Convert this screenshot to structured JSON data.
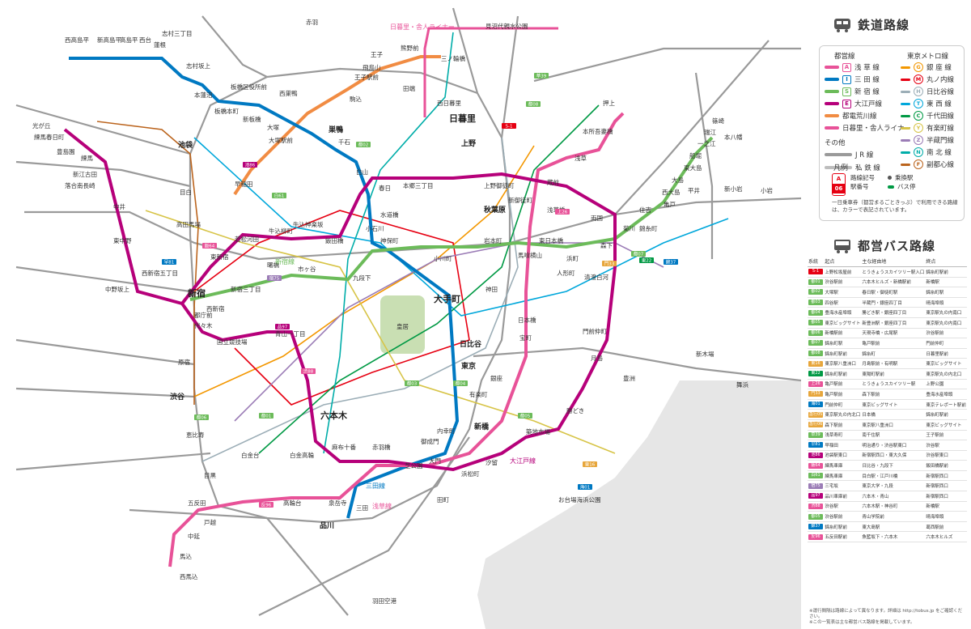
{
  "legend": {
    "rail_title": "鉄道路線",
    "toei_title": "都営線",
    "metro_title": "東京メトロ線",
    "other_title": "その他",
    "toei_lines": [
      {
        "code": "A",
        "name": "浅 草 線",
        "color": "#e85298"
      },
      {
        "code": "I",
        "name": "三 田 線",
        "color": "#0079c2"
      },
      {
        "code": "S",
        "name": "新 宿 線",
        "color": "#6cbb5a"
      },
      {
        "code": "E",
        "name": "大江戸線",
        "color": "#b6007a"
      },
      {
        "code": "",
        "name": "都電荒川線",
        "color": "#f18c43"
      },
      {
        "code": "",
        "name": "日暮里・舎人ライナー",
        "color": "#e85298"
      }
    ],
    "metro_lines": [
      {
        "code": "G",
        "name": "銀 座 線",
        "color": "#f39700"
      },
      {
        "code": "M",
        "name": "丸ノ内線",
        "color": "#e60012"
      },
      {
        "code": "H",
        "name": "日比谷線",
        "color": "#9caeb7"
      },
      {
        "code": "T",
        "name": "東 西 線",
        "color": "#00a7db"
      },
      {
        "code": "C",
        "name": "千代田線",
        "color": "#009944"
      },
      {
        "code": "Y",
        "name": "有楽町線",
        "color": "#d7c447"
      },
      {
        "code": "Z",
        "name": "半蔵門線",
        "color": "#9b7cb6"
      },
      {
        "code": "N",
        "name": "南 北 線",
        "color": "#00ada9"
      },
      {
        "code": "F",
        "name": "副都心線",
        "color": "#bb641d"
      }
    ],
    "other_lines": [
      {
        "name": "J R 線"
      },
      {
        "name": "私 鉄 線"
      }
    ],
    "hanrei_title": "凡例",
    "hanrei_code": "A",
    "hanrei_num": "06",
    "hanrei_line_code": "路線記号",
    "hanrei_station_num": "駅番号",
    "hanrei_transfer": "乗換駅",
    "hanrei_bus_stop": "バス停",
    "hanrei_note": "一日乗車券（都営まるごときっぷ）で利用できる路線は、カラーで表記されています。",
    "bus_title": "都営バス路線"
  },
  "bus_table": {
    "headers": [
      "系統",
      "起点",
      "主な経由地",
      "終点"
    ],
    "rows": [
      {
        "code": "S-1",
        "color": "#e60012",
        "from": "上野松坂屋前",
        "via": "とうきょうスカイツリー駅入口",
        "to": "錦糸町駅前"
      },
      {
        "code": "都01",
        "color": "#6cbb5a",
        "from": "渋谷駅前",
        "via": "六本木ヒルズ・新橋駅前",
        "to": "新橋駅"
      },
      {
        "code": "都02",
        "color": "#6cbb5a",
        "from": "大塚駅",
        "via": "春日駅・御徒町駅",
        "to": "錦糸町駅"
      },
      {
        "code": "都03",
        "color": "#6cbb5a",
        "from": "四谷駅",
        "via": "半蔵門・銀座四丁目",
        "to": "晴海埠頭"
      },
      {
        "code": "都04",
        "color": "#6cbb5a",
        "from": "豊海水産埠頭",
        "via": "勝どき駅・銀座四丁目",
        "to": "東京駅丸の内南口"
      },
      {
        "code": "都05",
        "color": "#6cbb5a",
        "from": "東京ビッグサイト",
        "via": "新豊洲駅・銀座四丁目",
        "to": "東京駅丸の内南口"
      },
      {
        "code": "都06",
        "color": "#6cbb5a",
        "from": "新橋駅前",
        "via": "天現寺橋・広尾駅",
        "to": "渋谷駅前"
      },
      {
        "code": "都07",
        "color": "#6cbb5a",
        "from": "錦糸町駅",
        "via": "亀戸駅前",
        "to": "門前仲町"
      },
      {
        "code": "都08",
        "color": "#6cbb5a",
        "from": "錦糸町駅前",
        "via": "錦糸町",
        "to": "日暮里駅前"
      },
      {
        "code": "東16",
        "color": "#e7a63b",
        "from": "東京駅八重洲口",
        "via": "月島駅前・有明駅",
        "to": "東京ビッグサイト"
      },
      {
        "code": "東22",
        "color": "#009944",
        "from": "錦糸町駅前",
        "via": "東陽町駅前",
        "to": "東京駅丸の内北口"
      },
      {
        "code": "上26",
        "color": "#e85298",
        "from": "亀戸駅前",
        "via": "とうきょうスカイツリー駅",
        "to": "上野公園"
      },
      {
        "code": "門33",
        "color": "#e7a63b",
        "from": "亀戸駅前",
        "via": "森下駅前",
        "to": "豊海水産埠頭"
      },
      {
        "code": "海01",
        "color": "#0079c2",
        "from": "門前仲町",
        "via": "東京ビッグサイト",
        "to": "東京テレポート駅前"
      },
      {
        "code": "急行05",
        "color": "#e7a63b",
        "from": "東京駅丸の内北口",
        "via": "日本橋",
        "to": "錦糸町駅前"
      },
      {
        "code": "急行06",
        "color": "#e7a63b",
        "from": "森下駅前",
        "via": "東京駅八重洲口",
        "to": "東京ビッグサイト"
      },
      {
        "code": "草39",
        "color": "#6cbb5a",
        "from": "浅草寿町",
        "via": "南千住駅",
        "to": "王子駅前"
      },
      {
        "code": "早81",
        "color": "#0079c2",
        "from": "早稲田",
        "via": "明治通り・渋谷駅東口",
        "to": "渋谷駅"
      },
      {
        "code": "池86",
        "color": "#b6007a",
        "from": "池袋駅東口",
        "via": "新宿駅西口・東大久保",
        "to": "渋谷駅東口"
      },
      {
        "code": "飯64",
        "color": "#e85298",
        "from": "練馬車庫",
        "via": "日比谷・九段下",
        "to": "飯田橋駅前"
      },
      {
        "code": "白61",
        "color": "#6cbb5a",
        "from": "練馬車庫",
        "via": "目白駅・江戸川橋",
        "to": "新宿駅西口"
      },
      {
        "code": "宿75",
        "color": "#9b7cb6",
        "from": "三宅坂",
        "via": "東京大学・九段",
        "to": "新宿駅西口"
      },
      {
        "code": "品97",
        "color": "#b6007a",
        "from": "品川車庫前",
        "via": "六本木・青山",
        "to": "新宿駅西口"
      },
      {
        "code": "渋88",
        "color": "#e85298",
        "from": "渋谷駅",
        "via": "六本木駅・神谷町",
        "to": "新橋駅"
      },
      {
        "code": "都05",
        "color": "#6cbb5a",
        "from": "渋谷駅前",
        "via": "青山学院前",
        "to": "晴海埠頭"
      },
      {
        "code": "錦37",
        "color": "#0079c2",
        "from": "錦糸町駅前",
        "via": "東大島駅",
        "to": "葛西駅前"
      },
      {
        "code": "反96",
        "color": "#e85298",
        "from": "五反田駅前",
        "via": "魚籃坂下・六本木",
        "to": "六本木ヒルズ"
      }
    ]
  },
  "notes": {
    "note1": "※運行間隔は路線によって異なります。詳細は http://tobus.jp をご確認ください。",
    "note2": "※この一覧表は主な都営バス路線を掲載しています。"
  },
  "map": {
    "stations": {
      "nishitakashimadaira": "西高島平",
      "shin_takashimadaira": "新高島平",
      "takashimadaira": "高島平",
      "nishidai": "西台",
      "hasune": "蓮根",
      "shimura_sanchome": "志村三丁目",
      "shimura_sakaue": "志村坂上",
      "motohasunuma": "本蓮沼",
      "itabashi_honcho": "板橋本町",
      "itabashi_kuyakushomae": "板橋区役所前",
      "shin_itabashi": "新板橋",
      "nishisugamo": "西巣鴨",
      "sugamo": "巣鴨",
      "sengoku": "千石",
      "hakusan": "白山",
      "kasuga": "春日",
      "suidobashi": "水道橋",
      "jimbocho": "神保町",
      "otemachi": "大手町",
      "hibiya": "日比谷",
      "uchisaiwaicho": "内幸町",
      "onarimon": "御成門",
      "shibakoen": "芝公園",
      "mita": "三田",
      "shirokane_takanawa": "白金高輪",
      "shirokanedai": "白金台",
      "meguro": "目黒",
      "nishi_magome": "西馬込",
      "magome": "馬込",
      "nakanobu": "中延",
      "togoshi": "戸越",
      "gotanda": "五反田",
      "takanawadai": "高輪台",
      "sengakuji": "泉岳寺",
      "daimon": "大門",
      "shimbashi": "新橋",
      "higashi_ginza": "東銀座",
      "takaracho": "宝町",
      "nihombashi": "日本橋",
      "ningyocho": "人形町",
      "higashi_nihombashi": "東日本橋",
      "asakusabashi": "浅草橋",
      "kuramae": "蔵前",
      "asakusa": "浅草",
      "honjo_azumabashi": "本所吾妻橋",
      "oshiage": "押上",
      "shinjuku": "新宿",
      "shinjuku_sanchome": "新宿三丁目",
      "akebonobashi": "曙橋",
      "ichigaya": "市ヶ谷",
      "kudanshita": "九段下",
      "ogawamachi": "小川町",
      "iwamotocho": "岩本町",
      "bakuro_yokoyama": "馬喰横山",
      "hamacho": "浜町",
      "morishita": "森下",
      "kikukawa": "菊川",
      "sumiyoshi": "住吉",
      "nishi_ojima": "西大島",
      "ojima": "大島",
      "higashi_ojima": "東大島",
      "funabori": "船堀",
      "ichinoe": "一之江",
      "mizue": "瑞江",
      "shinozaki": "篠崎",
      "motoyawata": "本八幡",
      "tochomae": "都庁前",
      "nishi_shinjuku_gochome": "西新宿五丁目",
      "nakano_sakaue": "中野坂上",
      "higashi_nakano": "東中野",
      "nakai": "中井",
      "ochiai_minami_nagasaki": "落合南長崎",
      "shin_egota": "新江古田",
      "nerima": "練馬",
      "toshimaen": "豊島園",
      "nerima_kasugacho": "練馬春日町",
      "hikarigaoka": "光が丘",
      "higashi_shinjuku": "東新宿",
      "wakamatsu_kawada": "若松河田",
      "ushigome_yanagicho": "牛込柳町",
      "ushigome_kagurazaka": "牛込神楽坂",
      "iidabashi": "飯田橋",
      "hongo_sanchome": "本郷三丁目",
      "ueno_okachimachi": "上野御徒町",
      "shin_okachimachi": "新御徒町",
      "ryogoku": "両国",
      "kiyosumi_shirakawa": "清澄白河",
      "monzen_nakacho": "門前仲町",
      "tsukishima": "月島",
      "kachidoki": "勝どき",
      "tsukijishijo": "築地市場",
      "shiodome": "汐留",
      "akabanebashi": "赤羽橋",
      "azabu_juban": "麻布十番",
      "roppongi": "六本木",
      "aoyama_itchome": "青山一丁目",
      "kokuritsu_kyogijo": "国立競技場",
      "yoyogi": "代々木",
      "nishi_shinjuku": "西新宿",
      "minowabashi": "三ノ輪橋",
      "waseda": "早稲田",
      "oji_ekimae": "王子駅前",
      "asukayama": "飛鳥山",
      "otsuka_ekimae": "大塚駅前",
      "minumadai": "見沼代親水公園",
      "nippori": "日暮里",
      "nishi_nippori": "西日暮里",
      "kumanomae": "熊野前",
      "ikebukuro": "池袋",
      "ueno": "上野",
      "akihabara": "秋葉原",
      "tokyo": "東京",
      "shibuya": "渋谷",
      "shinagawa": "品川",
      "koishikawa": "小石川",
      "kanda": "神田",
      "ginza": "銀座",
      "yurakucho": "有楽町",
      "hamamatsucho": "浜松町",
      "tamachi": "田町",
      "ebisu": "恵比寿",
      "harajuku": "原宿",
      "takadanobaba": "高田馬場",
      "mejiro": "目白",
      "otsuka": "大塚",
      "komagome": "駒込",
      "tabata": "田端",
      "oji": "王子",
      "akabane": "赤羽",
      "kinshicho": "錦糸町",
      "kameido": "亀戸",
      "hirai": "平井",
      "shin_koiwa": "新小岩",
      "koiwa": "小岩",
      "maihama": "舞浜",
      "shin_kiba": "新木場",
      "toyosu": "豊洲",
      "odaiba": "お台場海浜公園",
      "haneda": "羽田空港"
    },
    "line_labels": {
      "shinjuku_line": "新宿線",
      "mita_line": "三田線",
      "asakusa_line": "浅草線",
      "oedo_line": "大江戸線",
      "nippori_toneri": "日暮里・舎人ライナー",
      "yamanote": "山手線"
    },
    "palace": "皇居",
    "bus_tags": [
      "S-1",
      "上26",
      "東22",
      "都08",
      "錦37",
      "門33",
      "都02",
      "都01",
      "都03",
      "都04",
      "都05",
      "都06",
      "草39",
      "早81",
      "池86",
      "白61",
      "宿75",
      "品97",
      "渋88",
      "反96",
      "海01",
      "東16",
      "都07",
      "飯64"
    ]
  }
}
